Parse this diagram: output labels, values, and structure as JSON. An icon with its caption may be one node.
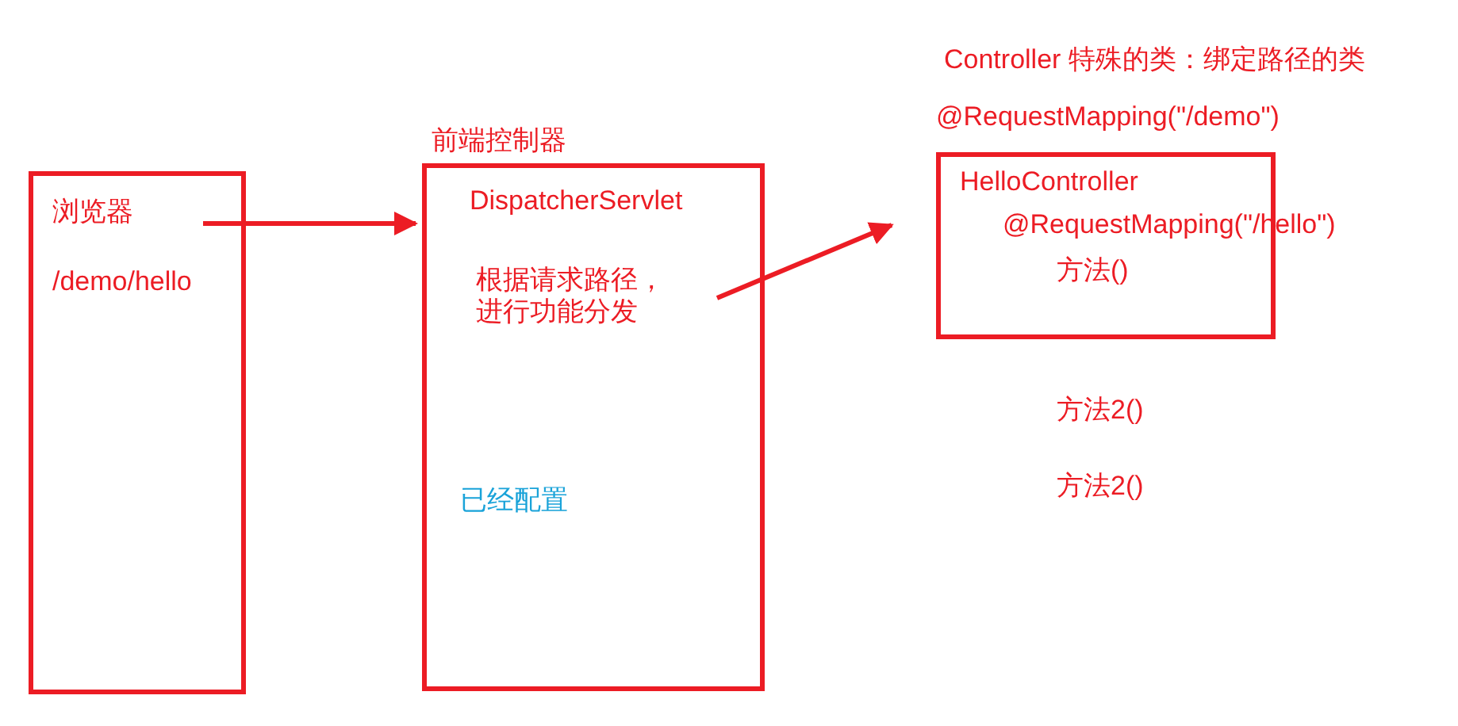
{
  "diagram": {
    "nodes": [
      {
        "text": [
          "浏览器",
          "/demo/hello"
        ]
      },
      {
        "text": [
          "前端控制器",
          "DispatcherServlet",
          "根据请求路径，进行功能分发",
          "已经配置"
        ]
      },
      {
        "text": [
          "HelloController",
          "@RequestMapping(\"/hello\")",
          "方法()"
        ],
        "beside": [
          "Controller 特殊的类：绑定路径的类",
          "@RequestMapping(\"/demo\")"
        ]
      }
    ],
    "edges": [
      {
        "from": 0,
        "to": 1,
        "arrow": "to"
      },
      {
        "from": 1,
        "to": 2,
        "arrow": "to"
      }
    ],
    "labels": [
      "方法2()",
      "方法2()"
    ]
  }
}
